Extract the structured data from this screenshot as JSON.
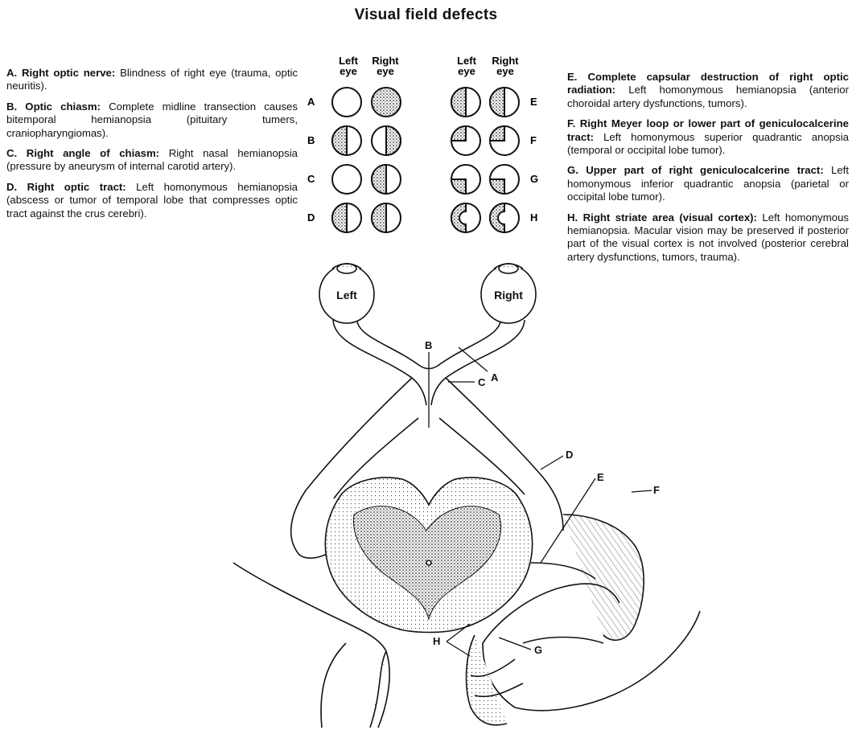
{
  "title": "Visual field defects",
  "eye_headers": {
    "left": "Left eye",
    "right": "Right eye"
  },
  "row_letters_left": [
    "A",
    "B",
    "C",
    "D"
  ],
  "row_letters_right": [
    "E",
    "F",
    "G",
    "H"
  ],
  "diagram_labels": {
    "left_eye": "Left",
    "right_eye": "Right",
    "A": "A",
    "B": "B",
    "C": "C",
    "D": "D",
    "E": "E",
    "F": "F",
    "G": "G",
    "H": "H"
  },
  "left_legend": [
    {
      "head": "A. Right optic nerve:",
      "body": "Blindness of right eye (trauma, optic neuritis)."
    },
    {
      "head": "B. Optic chiasm:",
      "body": "Complete midline transection causes bitemporal hemianopsia (pituitary tumers, craniopharyngiomas)."
    },
    {
      "head": "C. Right angle of chiasm:",
      "body": "Right nasal hemianopsia (pressure by aneurysm of internal carotid artery)."
    },
    {
      "head": "D. Right optic tract:",
      "body": "Left homonymous hemianopsia (abscess or tumor of temporal lobe that compresses optic tract against the crus cerebri)."
    }
  ],
  "right_legend": [
    {
      "head": "E. Complete capsular destruction of right optic radiation:",
      "body": "Left homonymous hemianopsia (anterior choroidal artery dysfunctions, tumors)."
    },
    {
      "head": "F. Right Meyer loop or lower part of geniculocalcerine tract:",
      "body": "Left homonymous superior quadrantic anopsia (temporal or occipital lobe tumor)."
    },
    {
      "head": "G. Upper part of right geniculocalcerine tract:",
      "body": "Left homonymous inferior quadrantic anopsia (parietal or occipital lobe tumor)."
    },
    {
      "head": "H. Right striate area (visual cortex):",
      "body": "Left homonymous hemianopsia. Macular vision may be preserved if posterior part of the visual cortex is not involved (posterior cerebral artery dysfunctions, tumors, trauma)."
    }
  ]
}
